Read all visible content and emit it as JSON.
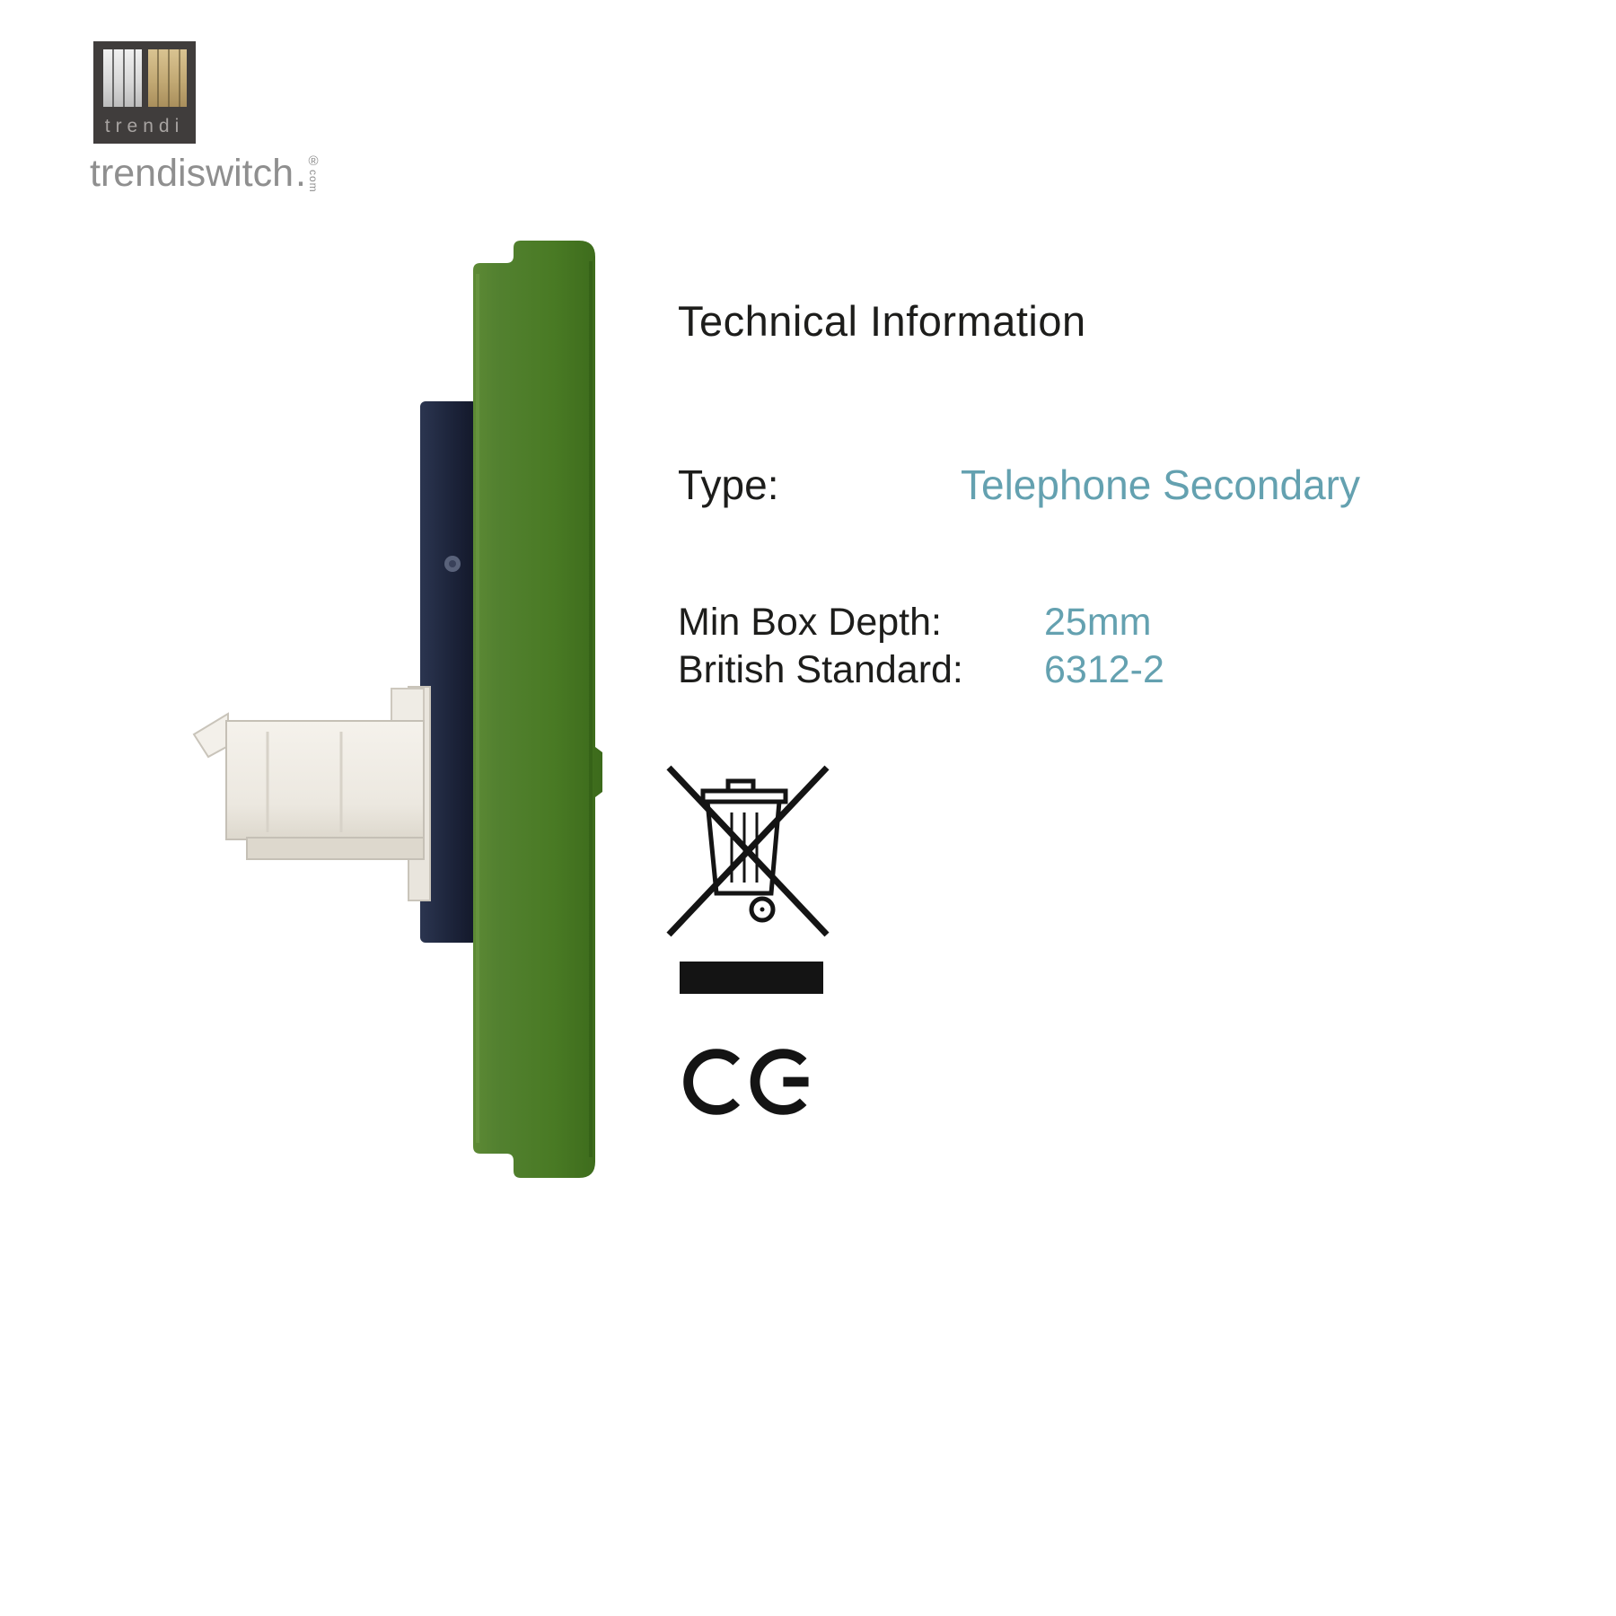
{
  "brand": {
    "logo_text": "trendi",
    "name": "trendiswitch",
    "dot": ".",
    "domain": "com",
    "registered": "®"
  },
  "technical": {
    "title": "Technical Information",
    "type_label": "Type:",
    "type_value": "Telephone Secondary",
    "specs": [
      {
        "label": "Min Box Depth:",
        "value": "25mm"
      },
      {
        "label": "British Standard:",
        "value": "6312-2"
      }
    ]
  },
  "certifications": {
    "weee_icon": "weee-crossed-wheelie-bin",
    "ce_mark": "CE"
  },
  "colors": {
    "accent_teal": "#64a1b0",
    "plate_green": "#4a7a24",
    "text_black": "#1d1d1b",
    "logo_gray": "#8f8f8f",
    "mark_black": "#141414"
  }
}
